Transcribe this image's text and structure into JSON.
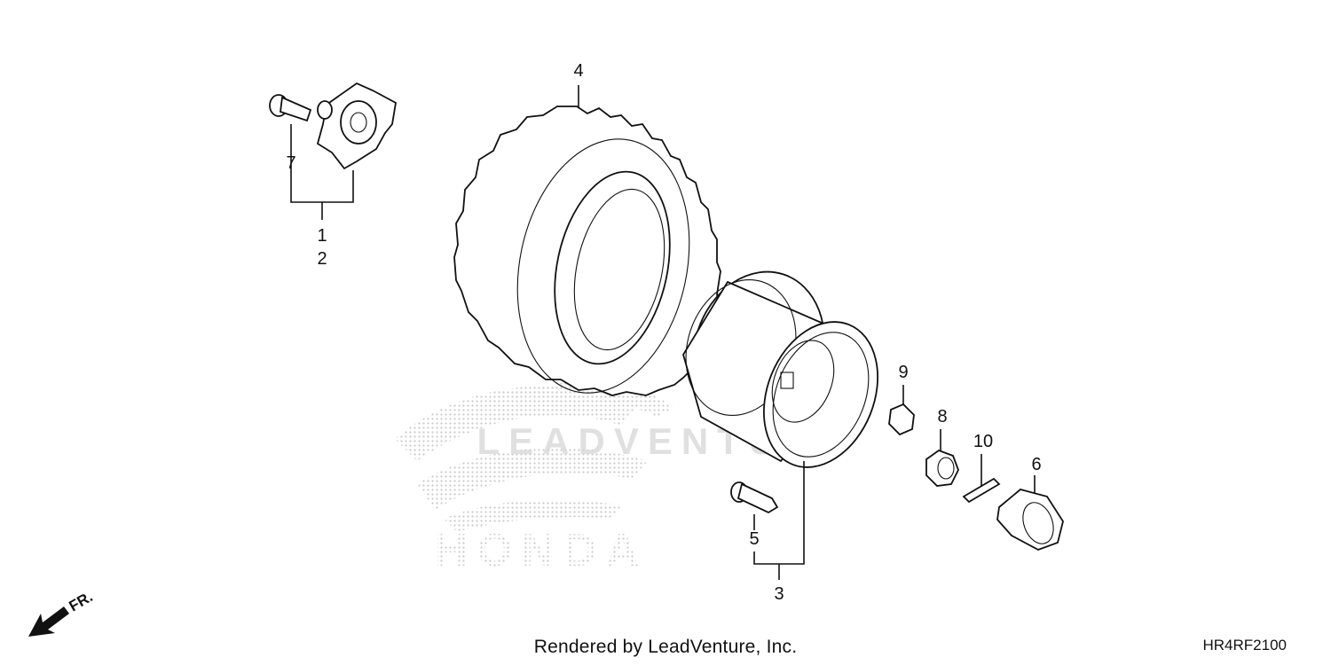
{
  "callouts": {
    "c1": "1",
    "c2": "2",
    "c3": "3",
    "c4": "4",
    "c5": "5",
    "c6": "6",
    "c7": "7",
    "c8": "8",
    "c9": "9",
    "c10": "10"
  },
  "direction_label": "FR.",
  "watermark": {
    "brand": "HONDA",
    "renderer": "LEADVENTURE"
  },
  "footer": {
    "rendered_by": "Rendered by LeadVenture, Inc.",
    "diagram_code": "HR4RF2100"
  }
}
